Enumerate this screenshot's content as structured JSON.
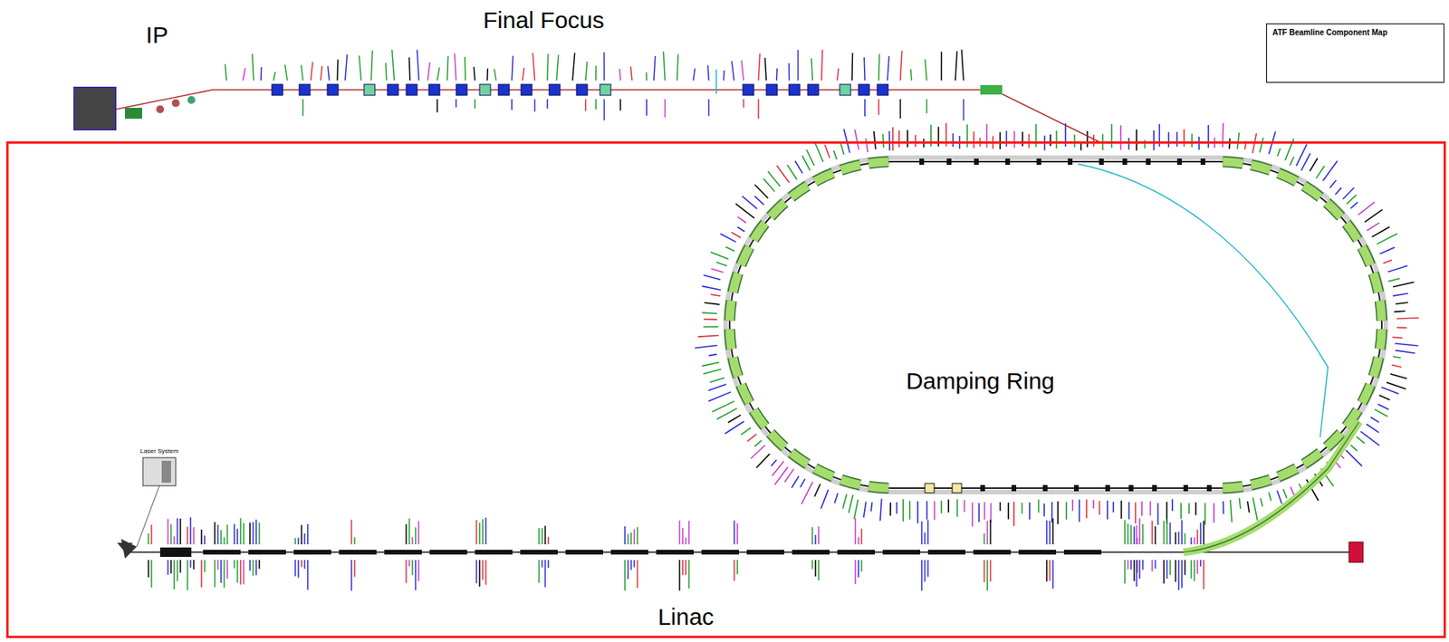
{
  "diagram": {
    "nodes": [
      {
        "text": [
          "Damping Ring",
          "Linac"
        ]
      },
      {
        "text": [
          "ATF Beamline Component Map"
        ]
      }
    ],
    "labels": [
      "IP",
      "Final Focus",
      "Laser System"
    ]
  }
}
